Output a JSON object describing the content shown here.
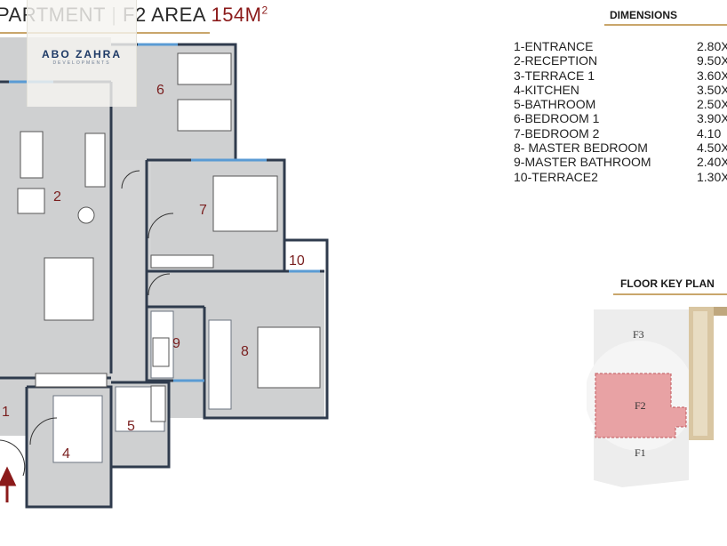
{
  "title": {
    "prefix": "PARTMENT",
    "separator": "|",
    "floor": "F2 AREA",
    "area_value": "154M",
    "area_sup": "2"
  },
  "logo": {
    "name": "ABO ZAHRA",
    "tagline": "DEVELOPMENTS"
  },
  "dimensions": {
    "header": "DIMENSIONS",
    "items": [
      {
        "label": "1-ENTRANCE",
        "value": "2.80X"
      },
      {
        "label": "2-RECEPTION",
        "value": "9.50X"
      },
      {
        "label": "3-TERRACE 1",
        "value": "3.60X"
      },
      {
        "label": "4-KITCHEN",
        "value": "3.50X"
      },
      {
        "label": "5-BATHROOM",
        "value": "2.50X"
      },
      {
        "label": "6-BEDROOM 1",
        "value": "3.90X"
      },
      {
        "label": "7-BEDROOM 2",
        "value": "4.10"
      },
      {
        "label": "8- MASTER BEDROOM",
        "value": "4.50X"
      },
      {
        "label": "9-MASTER BATHROOM",
        "value": "2.40X"
      },
      {
        "label": "10-TERRACE2",
        "value": "1.30X"
      }
    ]
  },
  "rooms": {
    "r1": "1",
    "r2": "2",
    "r4": "4",
    "r5": "5",
    "r6": "6",
    "r7": "7",
    "r8": "8",
    "r9": "9",
    "r10": "10"
  },
  "floor_key_plan": {
    "header": "FLOOR KEY PLAN",
    "f3": "F3",
    "f2": "F2",
    "f1": "F1"
  },
  "colors": {
    "accent_rule": "#c9a66b",
    "area_red": "#8b1a1a",
    "room_number": "#7a1f1f",
    "wall": "#2f3b4d",
    "floor_fill": "#cfd0d1",
    "highlight": "#e8a2a4"
  }
}
